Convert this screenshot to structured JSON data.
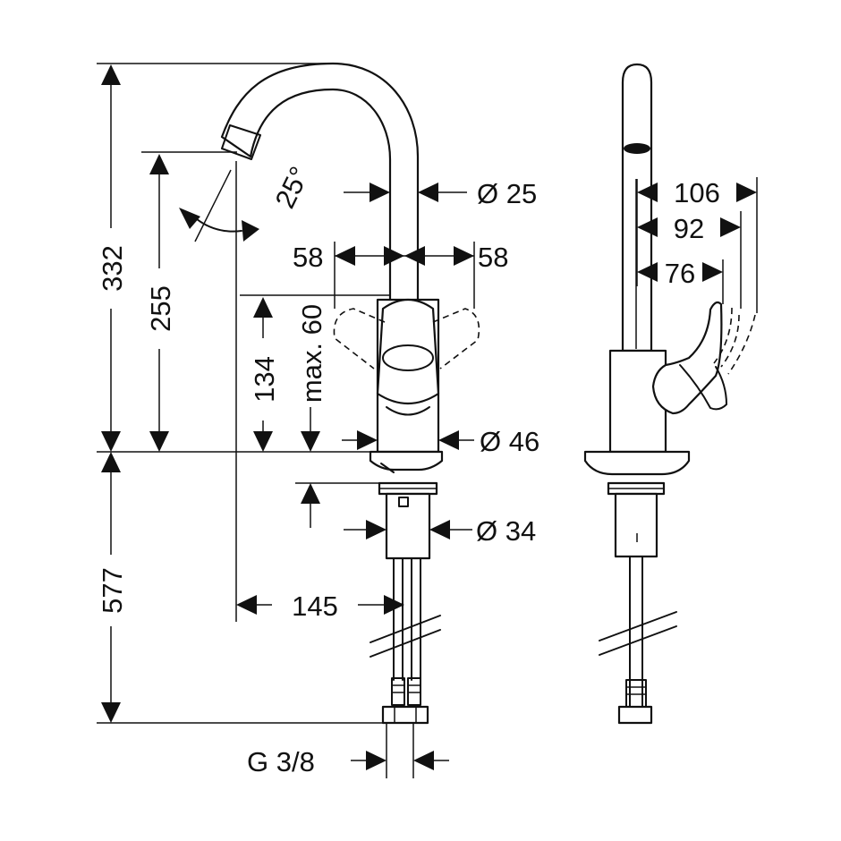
{
  "dimensions": {
    "total_height_above_deck": "332",
    "spout_outlet_height": "255",
    "body_height": "134",
    "lever_clearance": "max. 60",
    "deck_to_floor": "577",
    "spout_reach": "145",
    "spout_diameter": "Ø 25",
    "lever_left": "58",
    "lever_right": "58",
    "body_diameter": "Ø 46",
    "shank_diameter": "Ø 34",
    "connection_thread": "G 3/8",
    "swivel_angle": "25°",
    "side_depth_1": "106",
    "side_depth_2": "92",
    "side_depth_3": "76"
  }
}
